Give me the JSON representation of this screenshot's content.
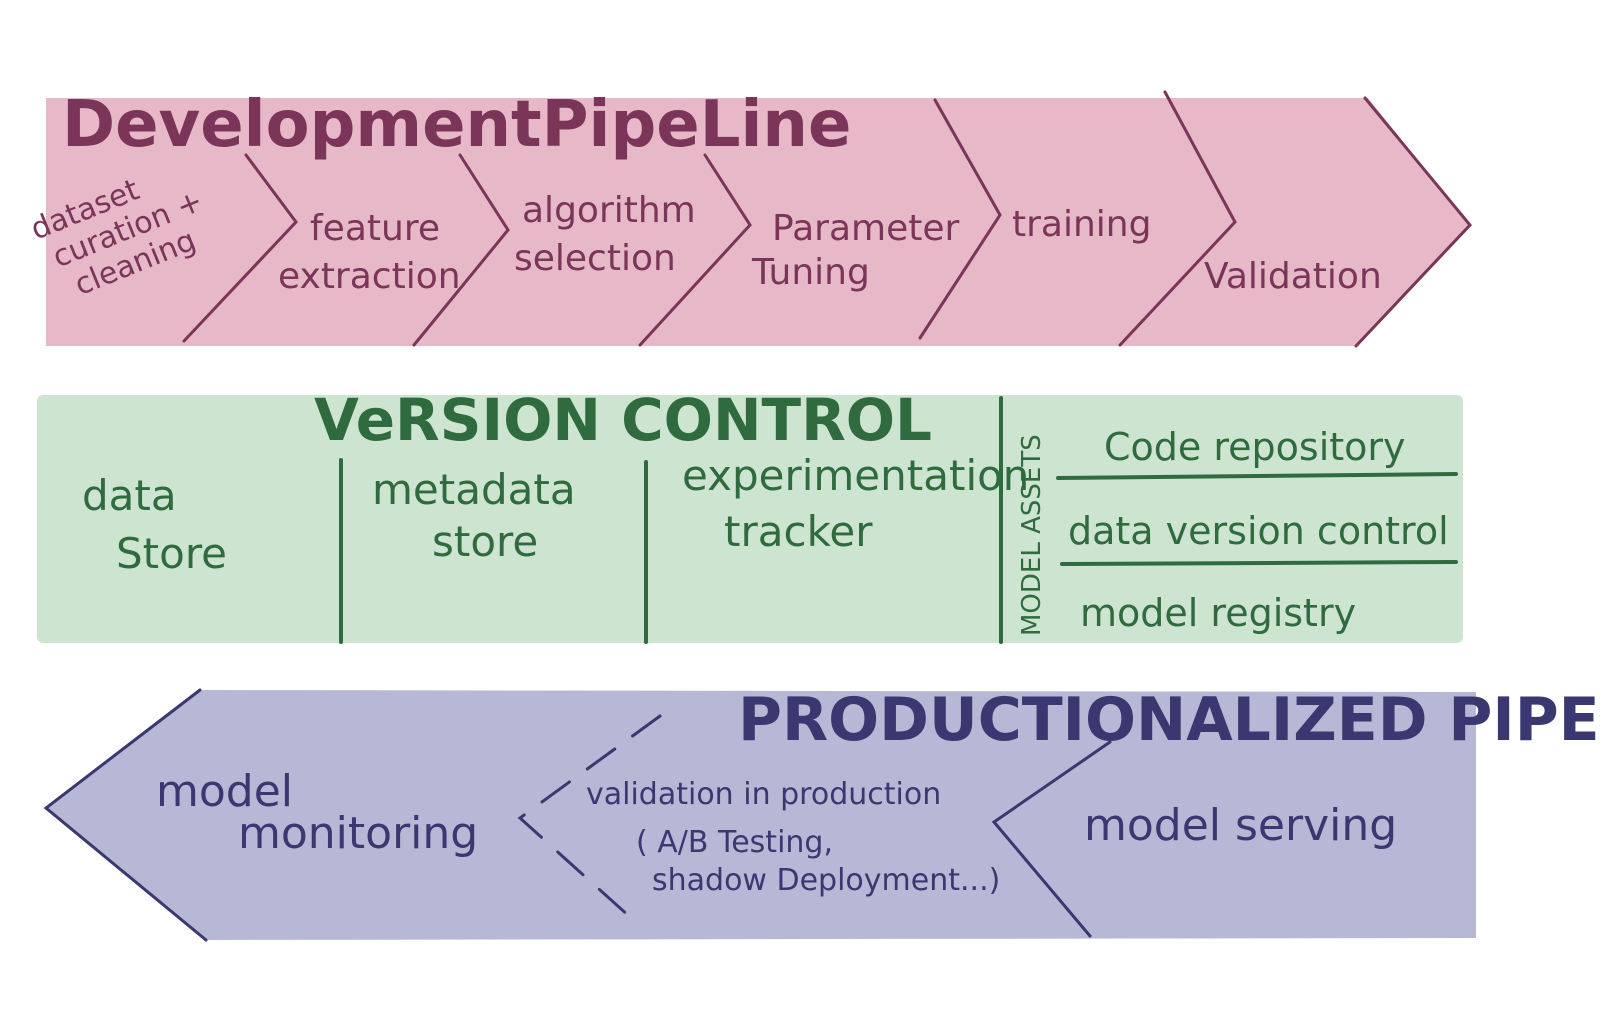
{
  "colors": {
    "dev_fill": "#e6b8c8",
    "dev_ink": "#7a3558",
    "vc_fill": "#cde5d0",
    "vc_ink": "#2f6b3f",
    "prod_fill": "#b7b8d6",
    "prod_ink": "#3b3770"
  },
  "development": {
    "title": "DevelopmentPipeLine",
    "steps": [
      {
        "lines": [
          "dataset",
          "curation +",
          "cleaning"
        ]
      },
      {
        "lines": [
          "feature",
          "extraction"
        ]
      },
      {
        "lines": [
          "algorithm",
          "selection"
        ]
      },
      {
        "lines": [
          "Parameter",
          "Tuning"
        ]
      },
      {
        "lines": [
          "training"
        ]
      },
      {
        "lines": [
          "Validation"
        ]
      }
    ]
  },
  "version_control": {
    "title": "VeRSION CONTROL",
    "sections": [
      {
        "lines": [
          "data",
          "Store"
        ]
      },
      {
        "lines": [
          "metadata",
          "store"
        ]
      },
      {
        "lines": [
          "experimentation",
          "tracker"
        ]
      }
    ],
    "model_assets_label": "MODEL ASSETS",
    "model_assets": [
      "Code repository",
      "data version control",
      "model registry"
    ]
  },
  "production": {
    "title": "PRODUCTIONALIZED PIPELINe",
    "monitoring": [
      "model",
      "monitoring"
    ],
    "validation": [
      "validation in production",
      "( A/B Testing,",
      "shadow Deployment...)"
    ],
    "serving": "model serving"
  }
}
